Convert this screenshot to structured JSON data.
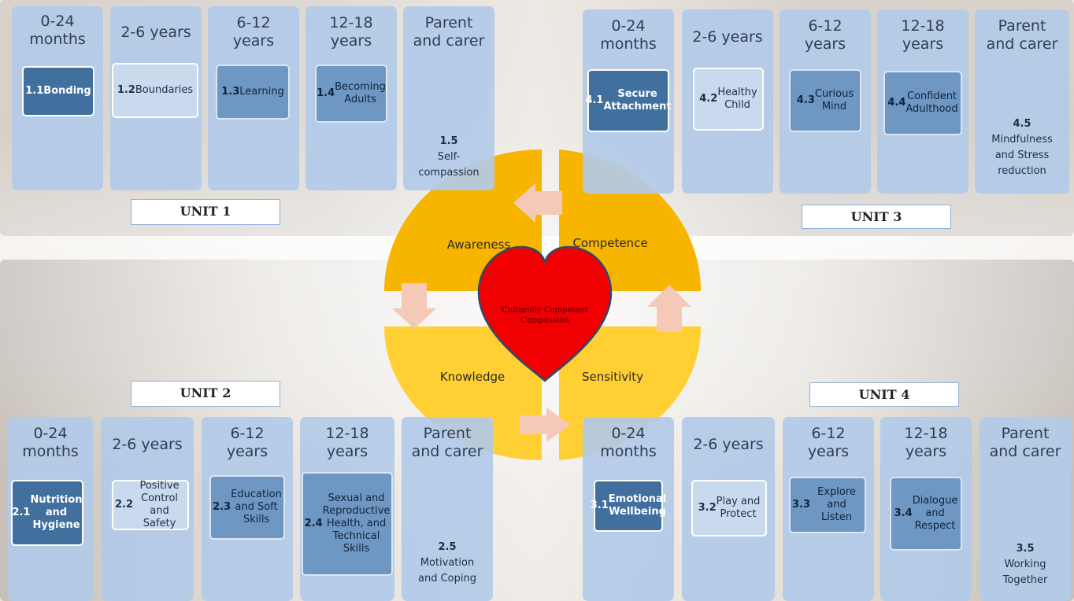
{
  "colors": {
    "column": "#b2cae8",
    "tile_dark": "#41709e",
    "tile_mid": "#6f97c4",
    "tile_light": "#c9daef",
    "circle_gold": "#f7b500",
    "circle_yellow": "#ffcf33",
    "heart": "#f00000",
    "arrow": "#f4c9b7"
  },
  "quadrant_labels": [
    "Awareness",
    "Competence",
    "Knowledge",
    "Sensitivity"
  ],
  "heart_text": "Culturally Competent\nCompassion",
  "units": [
    "UNIT 1",
    "UNIT 2",
    "UNIT 3",
    "UNIT 4"
  ],
  "panel_unit1": {
    "ages": [
      "0-24\nmonths",
      "2-6 years",
      "6-12\nyears",
      "12-18\nyears",
      "Parent\nand carer"
    ],
    "items": [
      {
        "num": "1.1",
        "label": "Bonding"
      },
      {
        "num": "1.2",
        "label": "Boundaries"
      },
      {
        "num": "1.3",
        "label": "Learning"
      },
      {
        "num": "1.4",
        "label": "Becoming\nAdults"
      },
      {
        "num": "1.5",
        "label": "Self-\ncompassion"
      }
    ]
  },
  "panel_unit3": {
    "ages": [
      "0-24\nmonths",
      "2-6 years",
      "6-12\nyears",
      "12-18\nyears",
      "Parent\nand carer"
    ],
    "items": [
      {
        "num": "4.1",
        "label": "Secure\nAttachment"
      },
      {
        "num": "4.2",
        "label": "Healthy\nChild"
      },
      {
        "num": "4.3",
        "label": "Curious\nMind"
      },
      {
        "num": "4.4",
        "label": "Confident\nAdulthood"
      },
      {
        "num": "4.5",
        "label": "Mindfulness\nand Stress\nreduction"
      }
    ]
  },
  "panel_unit2": {
    "ages": [
      "0-24\nmonths",
      "2-6 years",
      "6-12\nyears",
      "12-18\nyears",
      "Parent\nand carer"
    ],
    "items": [
      {
        "num": "2.1",
        "label": "Nutrition\nand\nHygiene"
      },
      {
        "num": "2.2",
        "label": "Positive\nControl and\nSafety"
      },
      {
        "num": "2.3",
        "label": "Education\nand Soft\nSkills"
      },
      {
        "num": "2.4",
        "label": "Sexual and\nReproductive\nHealth, and\nTechnical\nSkills"
      },
      {
        "num": "2.5",
        "label": "Motivation\nand Coping"
      }
    ]
  },
  "panel_unit4": {
    "ages": [
      "0-24\nmonths",
      "2-6 years",
      "6-12\nyears",
      "12-18\nyears",
      "Parent\nand carer"
    ],
    "items": [
      {
        "num": "3.1",
        "label": "Emotional\nWellbeing"
      },
      {
        "num": "3.2",
        "label": "Play and\nProtect"
      },
      {
        "num": "3.3",
        "label": "Explore\nand Listen"
      },
      {
        "num": "3.4",
        "label": "Dialogue\nand\nRespect"
      },
      {
        "num": "3.5",
        "label": "Working\nTogether"
      }
    ]
  }
}
